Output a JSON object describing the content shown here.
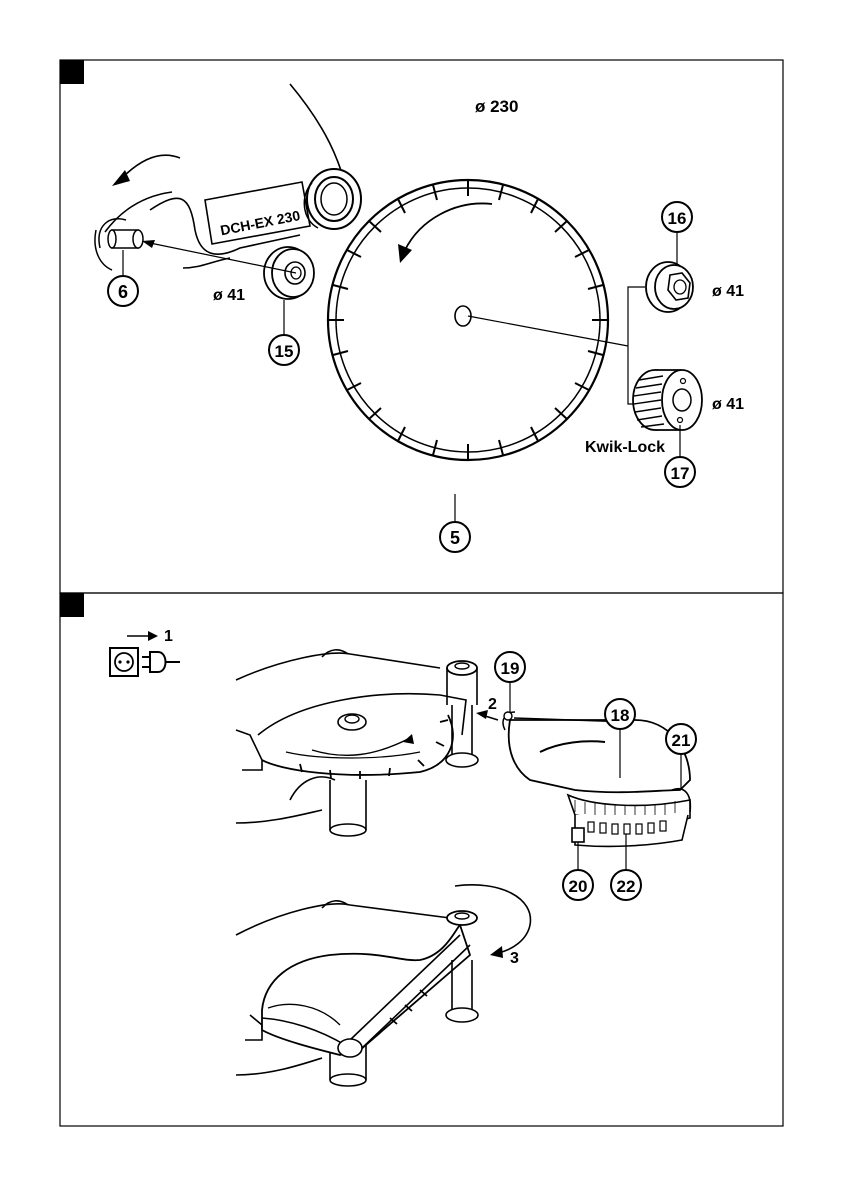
{
  "panel1": {
    "blade_diameter": "ø 230",
    "model_plate": "DCH-EX 230",
    "flange_diameter_left": "ø 41",
    "flange_diameter_nut": "ø 41",
    "flange_diameter_kwik": "ø 41",
    "kwik_lock_label": "Kwik-Lock",
    "callouts": {
      "spindle": "6",
      "blade": "5",
      "flange": "15",
      "nut": "16",
      "kwik_lock": "17"
    }
  },
  "panel2": {
    "step1": "1",
    "step2": "2",
    "step3": "3",
    "callouts": {
      "c18": "18",
      "c19": "19",
      "c20": "20",
      "c21": "21",
      "c22": "22"
    }
  },
  "colors": {
    "line": "#000000",
    "background": "#ffffff"
  }
}
